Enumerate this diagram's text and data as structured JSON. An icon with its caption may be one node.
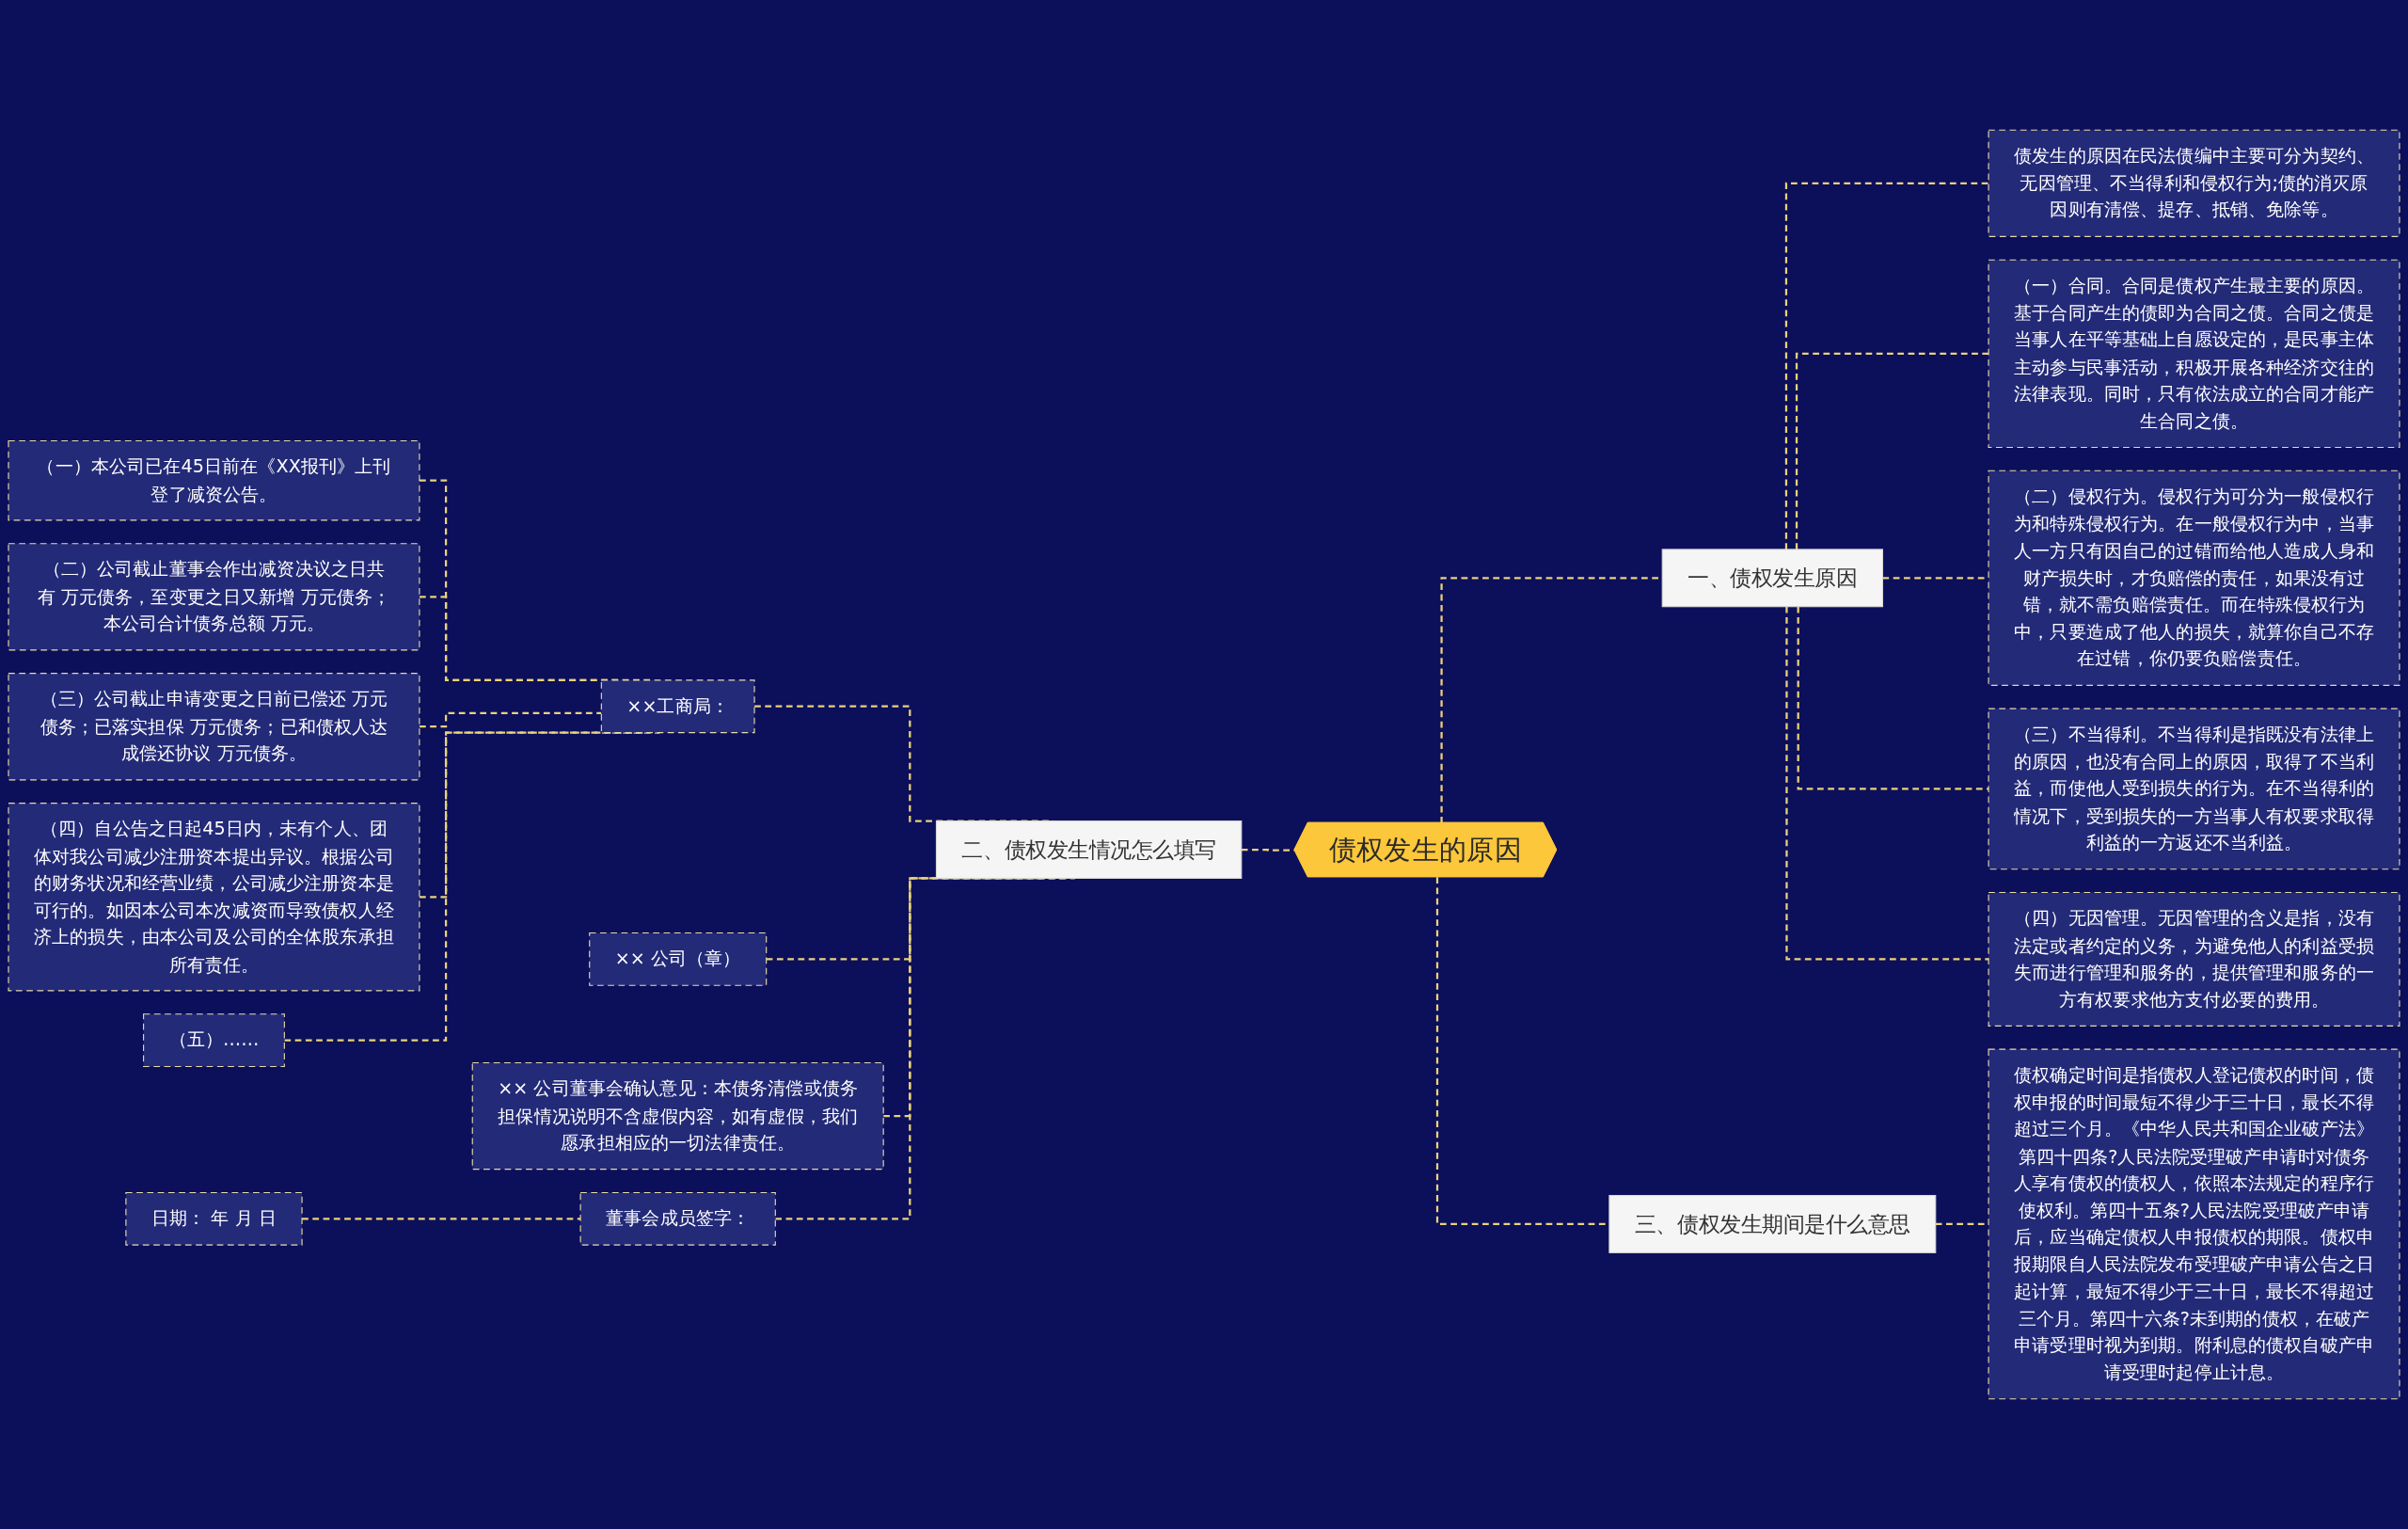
{
  "diagram": {
    "nodes": [
      {
        "text": [
          "债权发生的原因"
        ]
      },
      {
        "text": [
          "一、债权发生原因"
        ]
      },
      {
        "text": [
          "债发生的原因在民法债编中主要可分为契约、无因管理、不当得利和侵权行为;债的消灭原因则有清偿、提存、抵销、免除等。"
        ]
      },
      {
        "text": [
          "（一）合同。合同是债权产生最主要的原因。基于合同产生的债即为合同之债。合同之债是当事人在平等基础上自愿设定的，是民事主体主动参与民事活动，积极开展各种经济交往的法律表现。同时，只有依法成立的合同才能产生合同之债。"
        ]
      },
      {
        "text": [
          "（二）侵权行为。侵权行为可分为一般侵权行为和特殊侵权行为。在一般侵权行为中，当事人一方只有因自己的过错而给他人造成人身和财产损失时，才负赔偿的责任，如果没有过错，就不需负赔偿责任。而在特殊侵权行为中，只要造成了他人的损失，就算你自己不存在过错，你仍要负赔偿责任。"
        ]
      },
      {
        "text": [
          "（三）不当得利。不当得利是指既没有法律上的原因，也没有合同上的原因，取得了不当利益，而使他人受到损失的行为。在不当得利的情况下，受到损失的一方当事人有权要求取得利益的一方返还不当利益。"
        ]
      },
      {
        "text": [
          "（四）无因管理。无因管理的含义是指，没有法定或者约定的义务，为避免他人的利益受损失而进行管理和服务的，提供管理和服务的一方有权要求他方支付必要的费用。"
        ]
      },
      {
        "text": [
          "三、债权发生期间是什么意思"
        ]
      },
      {
        "text": [
          "债权确定时间是指债权人登记债权的时间，债权申报的时间最短不得少于三十日，最长不得超过三个月。《中华人民共和国企业破产法》第四十四条?人民法院受理破产申请时对债务人享有债权的债权人，依照本法规定的程序行使权利。第四十五条?人民法院受理破产申请后，应当确定债权人申报债权的期限。债权申报期限自人民法院发布受理破产申请公告之日起计算，最短不得少于三十日，最长不得超过三个月。第四十六条?未到期的债权，在破产申请受理时视为到期。附利息的债权自破产申请受理时起停止计息。"
        ]
      },
      {
        "text": [
          "二、债权发生情况怎么填写"
        ]
      },
      {
        "text": [
          "××工商局："
        ]
      },
      {
        "text": [
          "（一）本公司已在45日前在《XX报刊》上刊登了减资公告。"
        ]
      },
      {
        "text": [
          "（二）公司截止董事会作出减资决议之日共有 万元债务，至变更之日又新增 万元债务；本公司合计债务总额 万元。"
        ]
      },
      {
        "text": [
          "（三）公司截止申请变更之日前已偿还 万元债务；已落实担保 万元债务；已和债权人达成偿还协议 万元债务。"
        ]
      },
      {
        "text": [
          "（四）自公告之日起45日内，未有个人、团体对我公司减少注册资本提出异议。根据公司的财务状况和经营业绩，公司减少注册资本是可行的。如因本公司本次减资而导致债权人经济上的损失，由本公司及公司的全体股东承担所有责任。"
        ]
      },
      {
        "text": [
          "（五）……"
        ]
      },
      {
        "text": [
          "×× 公司（章）"
        ]
      },
      {
        "text": [
          "×× 公司董事会确认意见：本债务清偿或债务担保情况说明不含虚假内容，如有虚假，我们愿承担相应的一切法律责任。"
        ]
      },
      {
        "text": [
          "董事会成员签字："
        ]
      },
      {
        "text": [
          "日期： 年 月 日"
        ]
      }
    ],
    "edges": [
      {
        "from": 0,
        "to": 1,
        "arrow": "none",
        "style": "dashed"
      },
      {
        "from": 1,
        "to": 2,
        "arrow": "none",
        "style": "dashed"
      },
      {
        "from": 1,
        "to": 3,
        "arrow": "none",
        "style": "dashed"
      },
      {
        "from": 1,
        "to": 4,
        "arrow": "none",
        "style": "dashed"
      },
      {
        "from": 1,
        "to": 5,
        "arrow": "none",
        "style": "dashed"
      },
      {
        "from": 1,
        "to": 6,
        "arrow": "none",
        "style": "dashed"
      },
      {
        "from": 0,
        "to": 7,
        "arrow": "none",
        "style": "dashed"
      },
      {
        "from": 7,
        "to": 8,
        "arrow": "none",
        "style": "dashed"
      },
      {
        "from": 9,
        "to": 0,
        "arrow": "none",
        "style": "dashed"
      },
      {
        "from": 10,
        "to": 9,
        "arrow": "none",
        "style": "dashed"
      },
      {
        "from": 11,
        "to": 10,
        "arrow": "none",
        "style": "dashed"
      },
      {
        "from": 12,
        "to": 10,
        "arrow": "none",
        "style": "dashed"
      },
      {
        "from": 13,
        "to": 10,
        "arrow": "none",
        "style": "dashed"
      },
      {
        "from": 14,
        "to": 10,
        "arrow": "none",
        "style": "dashed"
      },
      {
        "from": 15,
        "to": 10,
        "arrow": "none",
        "style": "dashed"
      },
      {
        "from": 16,
        "to": 9,
        "arrow": "none",
        "style": "dashed"
      },
      {
        "from": 17,
        "to": 9,
        "arrow": "none",
        "style": "dashed"
      },
      {
        "from": 18,
        "to": 9,
        "arrow": "none",
        "style": "dashed"
      },
      {
        "from": 19,
        "to": 18,
        "arrow": "none",
        "style": "dashed"
      }
    ]
  }
}
